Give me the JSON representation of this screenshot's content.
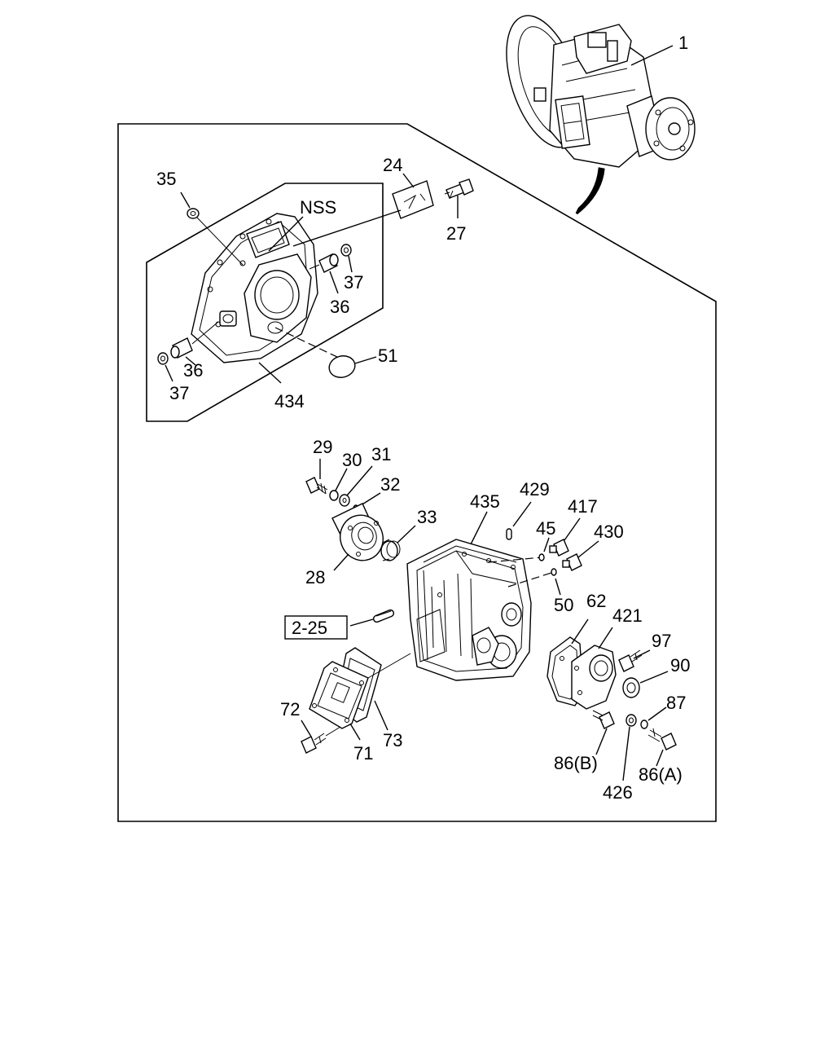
{
  "labels": {
    "p1": "1",
    "p24": "24",
    "p27": "27",
    "p35": "35",
    "nss": "NSS",
    "p37a": "37",
    "p36a": "36",
    "p51": "51",
    "p36b": "36",
    "p37b": "37",
    "p434": "434",
    "p29": "29",
    "p30": "30",
    "p31": "31",
    "p32": "32",
    "p33": "33",
    "p28": "28",
    "p435": "435",
    "p429": "429",
    "p45": "45",
    "p417": "417",
    "p430": "430",
    "p50": "50",
    "ref225": "2-25",
    "p62": "62",
    "p421": "421",
    "p97": "97",
    "p90": "90",
    "p87": "87",
    "p72": "72",
    "p71": "71",
    "p73": "73",
    "p86b": "86(B)",
    "p86a": "86(A)",
    "p426": "426"
  }
}
